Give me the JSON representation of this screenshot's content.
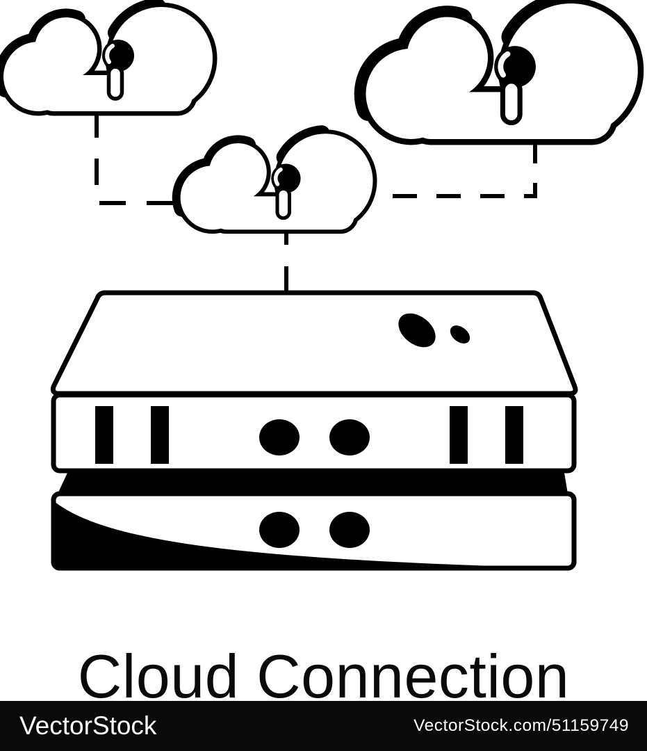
{
  "caption": {
    "text": "Cloud Connection"
  },
  "illustration": {
    "style": "black and white line art",
    "background_color": "#ffffff",
    "line_color": "#000000",
    "clouds": [
      {
        "id": "cloud-left",
        "marker": "keyhole-pin"
      },
      {
        "id": "cloud-center",
        "marker": "keyhole-pin"
      },
      {
        "id": "cloud-right",
        "marker": "keyhole-pin"
      }
    ],
    "server": {
      "tiers": 2,
      "front_slot_bars": 4,
      "leds_per_tier": 2
    },
    "connectors": "dashed elbow lines from each cloud to the server"
  },
  "watermark": {
    "brand": "VectorStock",
    "url_text": "VectorStock.com/51159749",
    "bar_color": "#0a0a0a",
    "text_color": "#ffffff"
  }
}
